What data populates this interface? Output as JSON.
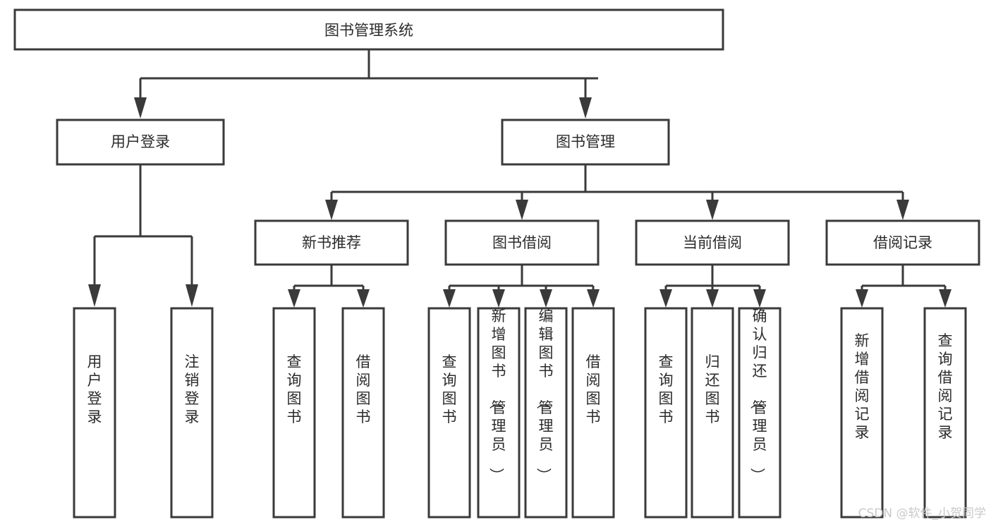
{
  "diagram": {
    "title": "图书管理系统",
    "type": "tree-hierarchy-chart",
    "orientation": "top-down",
    "colors": {
      "box_fill": "#ffffff",
      "box_stroke": "#3a3a3a",
      "connector": "#3a3a3a",
      "text": "#2b2b2b",
      "background": "#ffffff",
      "watermark": "#c9c9c9"
    }
  },
  "nodes": {
    "root": {
      "label": "图书管理系统"
    },
    "level2": [
      {
        "label": "用户登录"
      },
      {
        "label": "图书管理"
      }
    ],
    "level3": [
      {
        "label": "新书推荐"
      },
      {
        "label": "图书借阅"
      },
      {
        "label": "当前借阅"
      },
      {
        "label": "借阅记录"
      }
    ],
    "leaves": {
      "user_login": [
        {
          "label": "用户登录"
        },
        {
          "label": "注销登录"
        }
      ],
      "new_book_recommend": [
        {
          "label": "查询图书"
        },
        {
          "label": "借阅图书"
        }
      ],
      "book_borrow": [
        {
          "label": "查询图书"
        },
        {
          "label": "新增图书（管理员）"
        },
        {
          "label": "编辑图书（管理员）"
        },
        {
          "label": "借阅图书"
        }
      ],
      "current_borrow": [
        {
          "label": "查询图书"
        },
        {
          "label": "归还图书"
        },
        {
          "label": "确认归还（管理员）"
        }
      ],
      "borrow_record": [
        {
          "label": "新增借阅记录"
        },
        {
          "label": "查询借阅记录"
        }
      ]
    }
  },
  "watermark": {
    "text": "CSDN @软件_小贺同学"
  }
}
